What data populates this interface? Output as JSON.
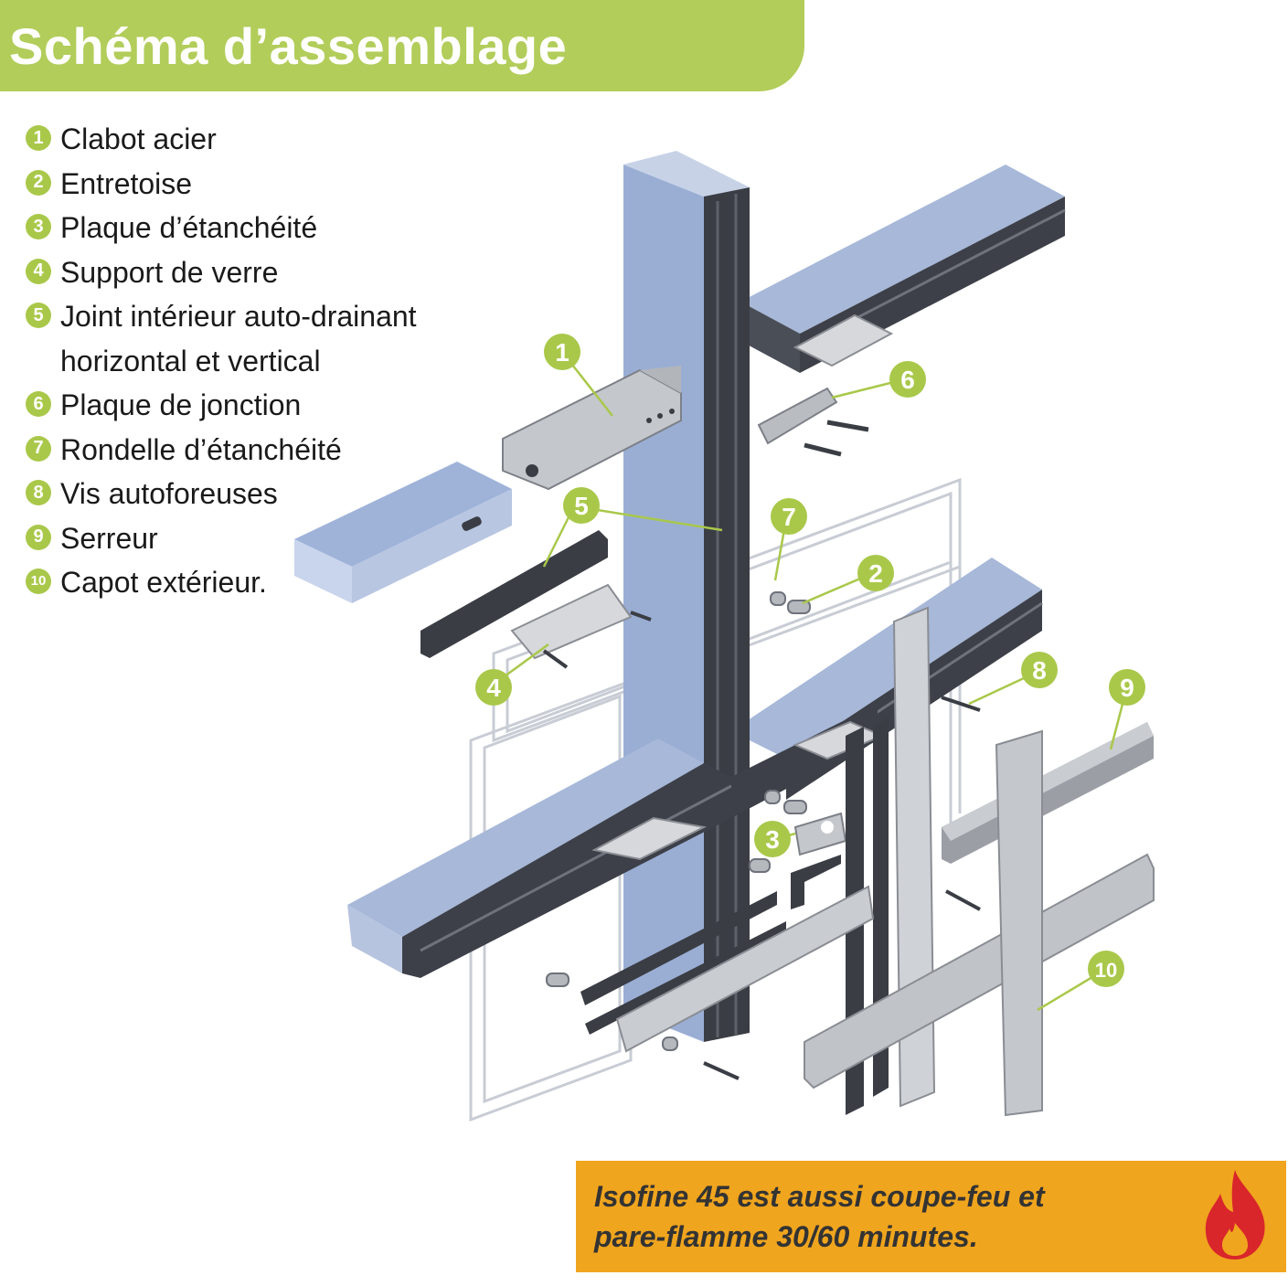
{
  "header": {
    "title": "Schéma d’assemblage"
  },
  "colors": {
    "accent_green": "#b2cd5a",
    "callout_green": "#a9c84a",
    "notice_orange": "#f0a51e",
    "flame_red": "#d8262b",
    "profile_blue": "#9eb1d4",
    "profile_dark": "#3a3d44",
    "steel": "#c5c8cc"
  },
  "legend": [
    {
      "num": "1",
      "label": "Clabot acier"
    },
    {
      "num": "2",
      "label": "Entretoise"
    },
    {
      "num": "3",
      "label": "Plaque d’étanchéité"
    },
    {
      "num": "4",
      "label": "Support de verre"
    },
    {
      "num": "5",
      "label": "Joint intérieur auto-drainant\nhorizontal et vertical"
    },
    {
      "num": "6",
      "label": "Plaque de jonction"
    },
    {
      "num": "7",
      "label": "Rondelle d’étanchéité"
    },
    {
      "num": "8",
      "label": "Vis autoforeuses"
    },
    {
      "num": "9",
      "label": "Serreur"
    },
    {
      "num": "10",
      "label": "Capot extérieur."
    }
  ],
  "callouts": [
    "1",
    "2",
    "3",
    "4",
    "5",
    "6",
    "7",
    "8",
    "9",
    "10"
  ],
  "notice": {
    "text": "Isofine 45 est aussi coupe-feu et\npare-flamme 30/60 minutes.",
    "icon": "flame-icon"
  }
}
